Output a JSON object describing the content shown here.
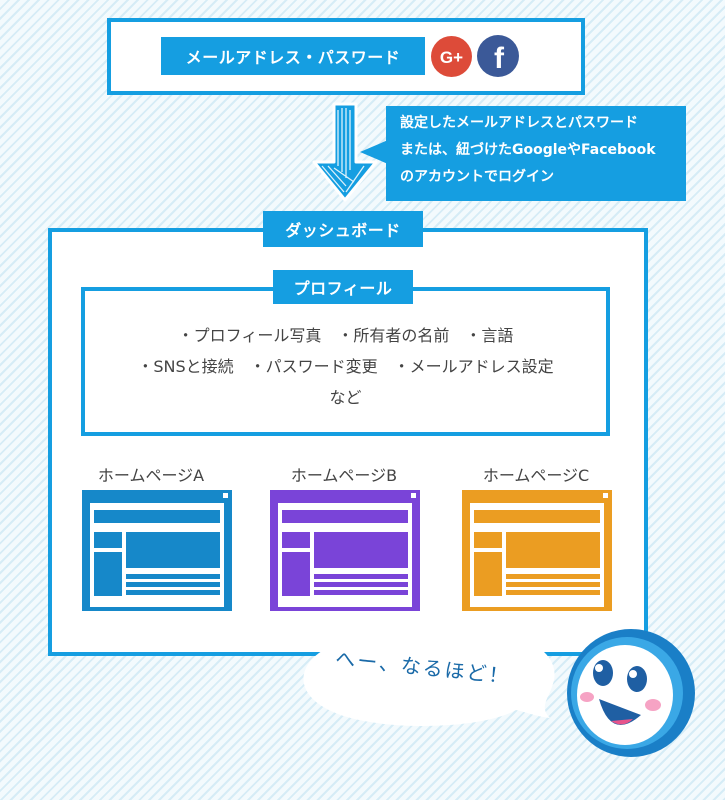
{
  "login": {
    "label": "メールアドレス・パスワード",
    "google_icon": "google-plus-icon",
    "google_text": "G+",
    "google_color": "#dd4b39",
    "facebook_icon": "facebook-icon",
    "facebook_text": "f",
    "facebook_color": "#3b5998"
  },
  "callout": {
    "lines": [
      "設定したメールアドレスとパスワード",
      "または、紐づけたGoogleやFacebook",
      "のアカウントでログイン"
    ]
  },
  "dashboard": {
    "title": "ダッシュボード",
    "profile": {
      "title": "プロフィール",
      "lines": [
        "・プロフィール写真　・所有者の名前　・言語",
        "・SNSと接続　・パスワード変更　・メールアドレス設定",
        "など"
      ]
    },
    "homepages": [
      {
        "label": "ホームページA",
        "color": "#1688c9"
      },
      {
        "label": "ホームページB",
        "color": "#7a44d8"
      },
      {
        "label": "ホームページC",
        "color": "#eb9d22"
      }
    ]
  },
  "speech": {
    "text": "へー、なるほど！"
  },
  "colors": {
    "accent": "#159ee1",
    "text": "#444444"
  }
}
